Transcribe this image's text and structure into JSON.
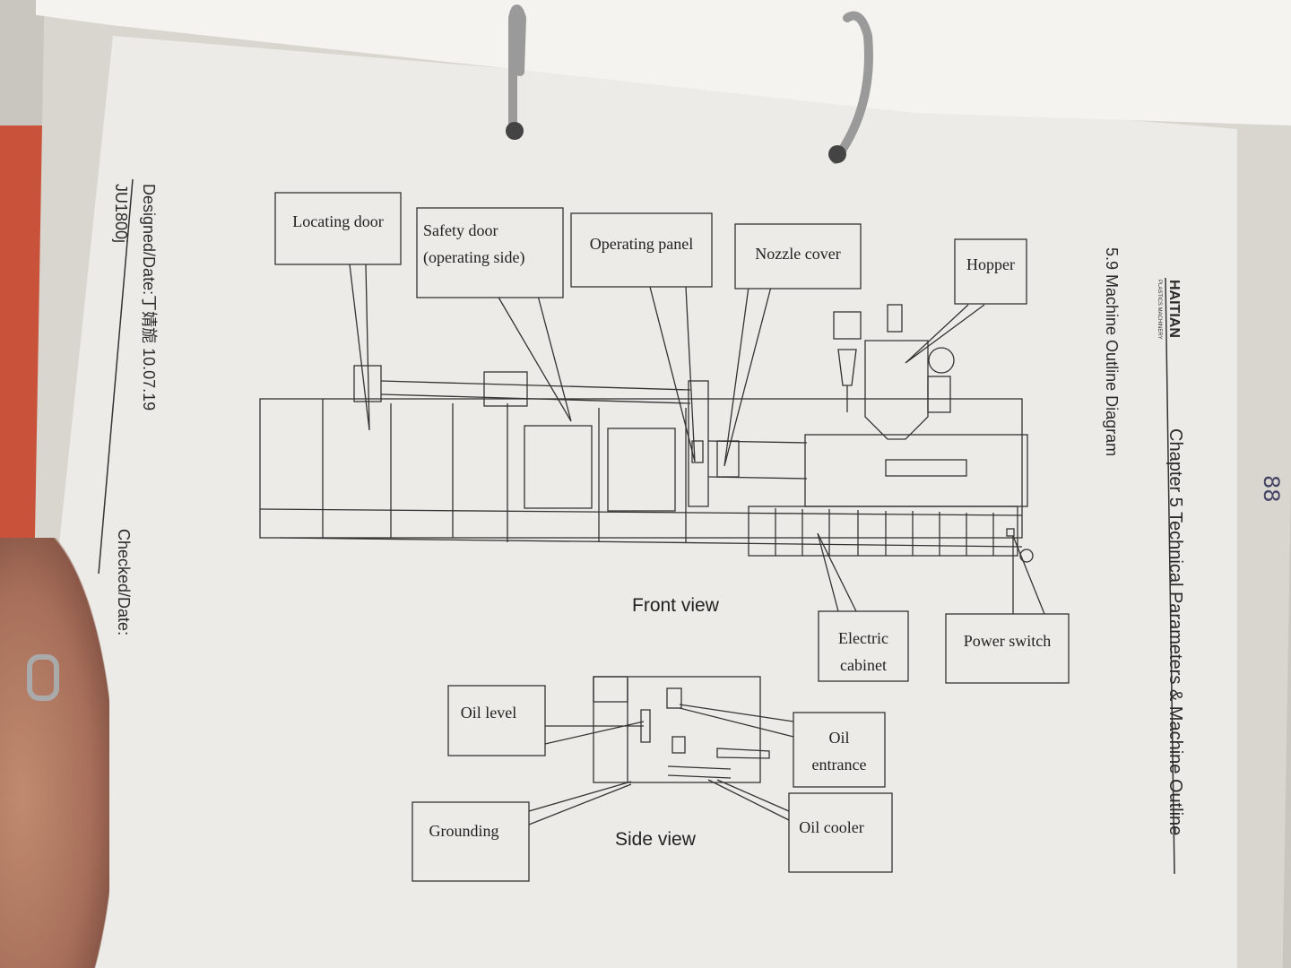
{
  "header": {
    "brand": "HAITIAN",
    "brand_sub": "PLASTICS MACHINERY",
    "chapter": "Chapter 5 Technical Parameters & Machine Outline",
    "section": "5.9 Machine Outline Diagram"
  },
  "diagram": {
    "front_view": {
      "title": "Front view",
      "labels": [
        "Locating door",
        "Safety door\n(operating side)",
        "Operating panel",
        "Nozzle cover",
        "Hopper",
        "Electric cabinet",
        "Power switch"
      ]
    },
    "side_view": {
      "title": "Side view",
      "labels": [
        "Oil level",
        "Oil entrance",
        "Grounding",
        "Oil cooler"
      ]
    }
  },
  "footer": {
    "designed": "Designed/Date:丁婧旎  10.07.19",
    "model": "JU1800j",
    "checked": "Checked/Date:",
    "handwritten": "88"
  }
}
